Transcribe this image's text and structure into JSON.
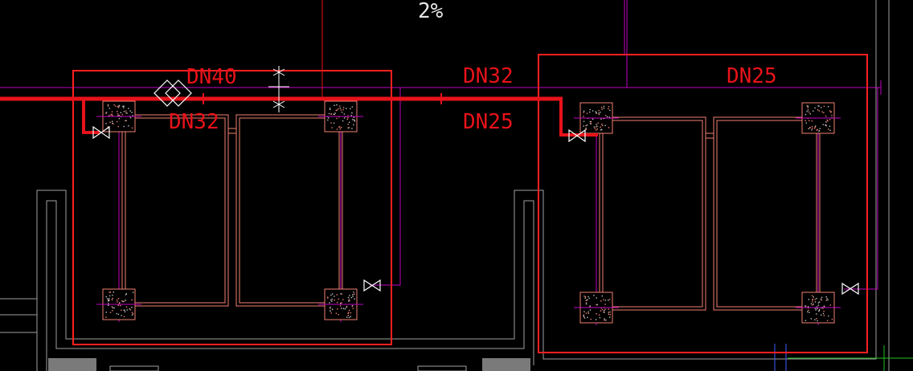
{
  "drawing": {
    "slope_label": "2%",
    "pipe_labels": {
      "dn40": "DN40",
      "dn32_left": "DN32",
      "dn32_mid": "DN32",
      "dn25_mid": "DN25",
      "dn25_right": "DN25"
    },
    "colors": {
      "background": "#000000",
      "pipe_red": "#e8121a",
      "enclosure_red": "#ff2020",
      "magenta": "#c000c0",
      "tank_outline": "#f08070",
      "wall_gray": "#a0a0a0",
      "white": "#ffffff",
      "green": "#20c020",
      "blue": "#4060ff"
    }
  }
}
